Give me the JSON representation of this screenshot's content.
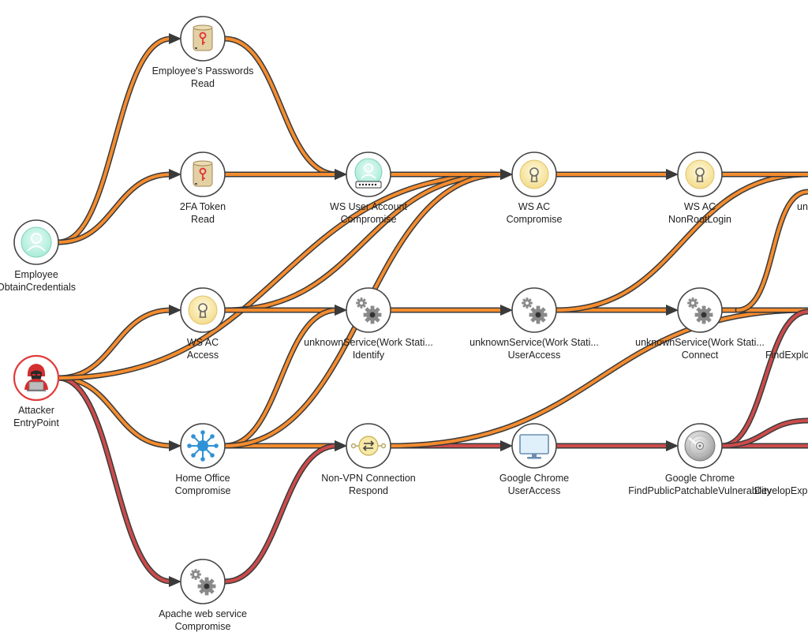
{
  "colors": {
    "orange": "#f58c2e",
    "red": "#cc4b4b",
    "outline": "#3a3a3a",
    "node_ring": "#444444",
    "attacker_ring": "#e23b3b"
  },
  "nodes": {
    "emp_pw": {
      "line1": "Employee's Passwords",
      "line2": "Read",
      "icon": "database-key-icon"
    },
    "tfa": {
      "line1": "2FA Token",
      "line2": "Read",
      "icon": "database-key-icon"
    },
    "employee": {
      "line1": "Employee",
      "line2": "ObtainCredentials",
      "icon": "user-icon"
    },
    "wsua": {
      "line1": "WS User Account",
      "line2": "Compromise",
      "icon": "user-password-icon"
    },
    "wsac_c": {
      "line1": "WS AC",
      "line2": "Compromise",
      "icon": "keyhole-icon"
    },
    "wsac_n": {
      "line1": "WS AC",
      "line2": "NonRootLogin",
      "icon": "keyhole-icon"
    },
    "wsac_a": {
      "line1": "WS AC",
      "line2": "Access",
      "icon": "keyhole-icon"
    },
    "uns_i": {
      "line1": "unknownService(Work Stati...",
      "line2": "Identify",
      "icon": "gears-icon"
    },
    "uns_u": {
      "line1": "unknownService(Work Stati...",
      "line2": "UserAccess",
      "icon": "gears-icon"
    },
    "uns_c": {
      "line1": "unknownService(Work Stati...",
      "line2": "Connect",
      "icon": "gears-icon"
    },
    "attacker": {
      "line1": "Attacker",
      "line2": "EntryPoint",
      "icon": "hacker-icon"
    },
    "home": {
      "line1": "Home Office",
      "line2": "Compromise",
      "icon": "network-hub-icon"
    },
    "nonvpn": {
      "line1": "Non-VPN Connection",
      "line2": "Respond",
      "icon": "connection-swap-icon"
    },
    "chrome_u": {
      "line1": "Google Chrome",
      "line2": "UserAccess",
      "icon": "monitor-icon"
    },
    "chrome_f": {
      "line1": "Google Chrome",
      "line2": "FindPublicPatchableVulnerability",
      "icon": "disc-icon"
    },
    "apache": {
      "line1": "Apache web service",
      "line2": "Compromise",
      "icon": "gears-icon"
    }
  },
  "cut_labels": {
    "edge_un": "un",
    "edge_findexplo": "FindExplo",
    "edge_developexp": "DevelopExp"
  }
}
